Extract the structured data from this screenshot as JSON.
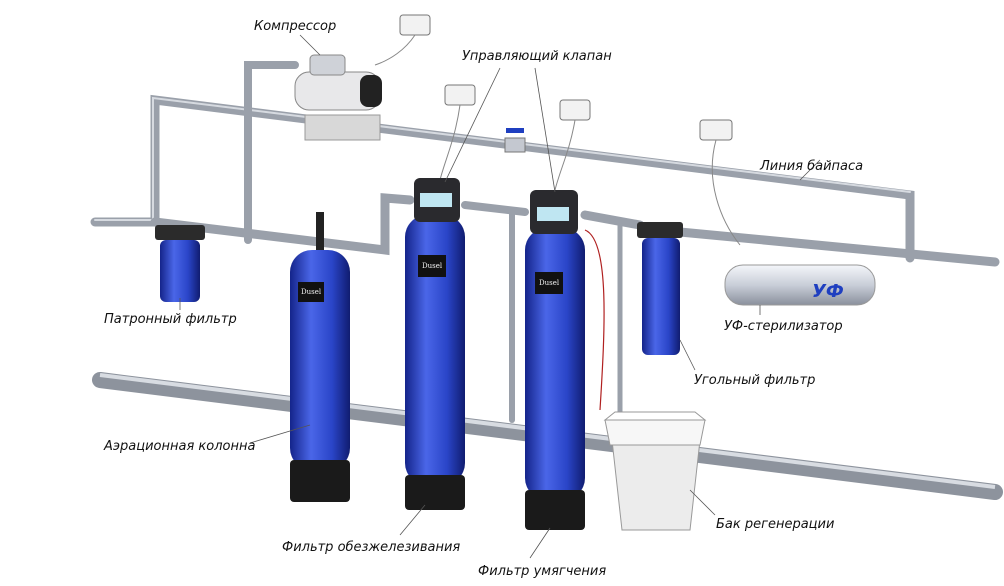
{
  "labels": {
    "compressor": "Компрессор",
    "control_valve": "Управляющий клапан",
    "bypass_line": "Линия байпаса",
    "cartridge_filter": "Патронный фильтр",
    "uv_sterilizer": "УФ-стерилизатор",
    "carbon_filter": "Угольный фильтр",
    "aeration_column": "Аэрационная колонна",
    "iron_removal_filter": "Фильтр обезжелезивания",
    "softening_filter": "Фильтр умягчения",
    "regeneration_tank": "Бак регенерации"
  },
  "uv_mark": "УФ",
  "tank_brand": "Dusel",
  "colors": {
    "tank_blue": "#2a45c8",
    "pipe_gray": "#9aa0aa",
    "base_black": "#1a1a1a"
  }
}
